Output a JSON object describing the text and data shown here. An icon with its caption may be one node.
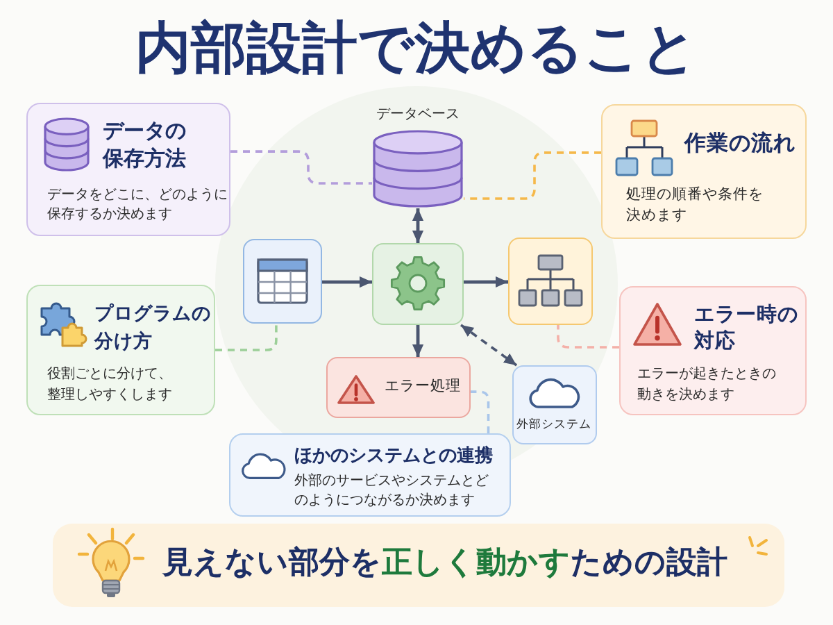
{
  "diagram": {
    "title": "内部設計で決めること",
    "nodes": [
      {
        "text": [
          "データの保存方法",
          "データをどこに、どのように保存するか決めます"
        ]
      },
      {
        "text": [
          "データベース"
        ]
      },
      {
        "text": [
          "作業の流れ",
          "処理の順番や条件を決めます"
        ]
      },
      {
        "text": [],
        "shape": "box"
      },
      {
        "text": [],
        "shape": "box"
      },
      {
        "text": [],
        "shape": "box"
      },
      {
        "text": [
          "プログラムの分け方",
          "役割ごとに分けて、整理しやすくします"
        ]
      },
      {
        "text": [
          "エラー時の対応",
          "エラーが起きたときの動きを決めます"
        ]
      },
      {
        "text": [
          "エラー処理"
        ]
      },
      {
        "text": [
          "外部システム"
        ]
      },
      {
        "text": [
          "ほかのシステムとの連携",
          "外部のサービスやシステムとどのようにつながるか決めます"
        ]
      },
      {
        "text": [
          "見えない部分を**正しく動かす**ための設計"
        ]
      }
    ],
    "edges": [
      {
        "from": 0,
        "to": 1,
        "arrow": "none",
        "style": "dashed",
        "color": "#b39ddb"
      },
      {
        "from": 2,
        "to": 1,
        "arrow": "none",
        "style": "dashed",
        "color": "#f5b84a"
      },
      {
        "from": 1,
        "to": 4,
        "arrow": "both"
      },
      {
        "from": 3,
        "to": 4,
        "arrow": "to"
      },
      {
        "from": 4,
        "to": 5,
        "arrow": "to"
      },
      {
        "from": 4,
        "to": 8,
        "arrow": "to"
      },
      {
        "from": 4,
        "to": 9,
        "arrow": "both",
        "style": "dashed"
      },
      {
        "from": 6,
        "to": 3,
        "arrow": "none",
        "style": "dashed",
        "color": "#9ccf98"
      },
      {
        "from": 7,
        "to": 5,
        "arrow": "none",
        "style": "dashed",
        "color": "#f4b0a8"
      },
      {
        "from": 10,
        "to": 8,
        "arrow": "none",
        "style": "dashed",
        "color": "#a9c6ea"
      }
    ]
  }
}
